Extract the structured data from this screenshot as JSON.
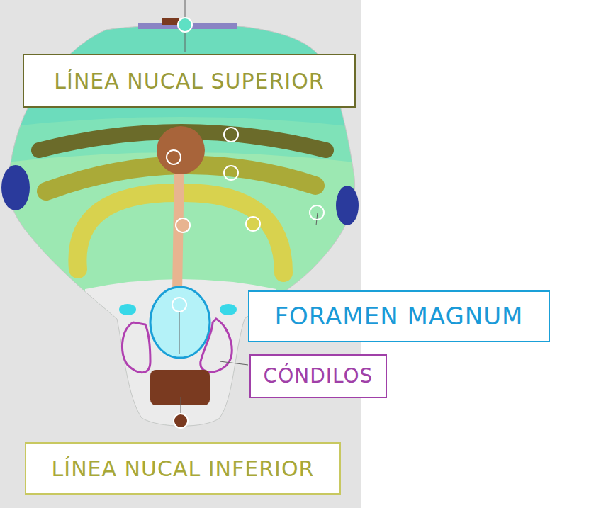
{
  "diagram": {
    "nodes": [
      {
        "text": [
          "LÍNEA NUCAL SUPERIOR"
        ]
      },
      {
        "text": [
          "FORAMEN MAGNUM"
        ]
      },
      {
        "text": [
          "CÓNDILOS"
        ]
      },
      {
        "text": [
          "LÍNEA NUCAL INFERIOR"
        ]
      }
    ]
  }
}
